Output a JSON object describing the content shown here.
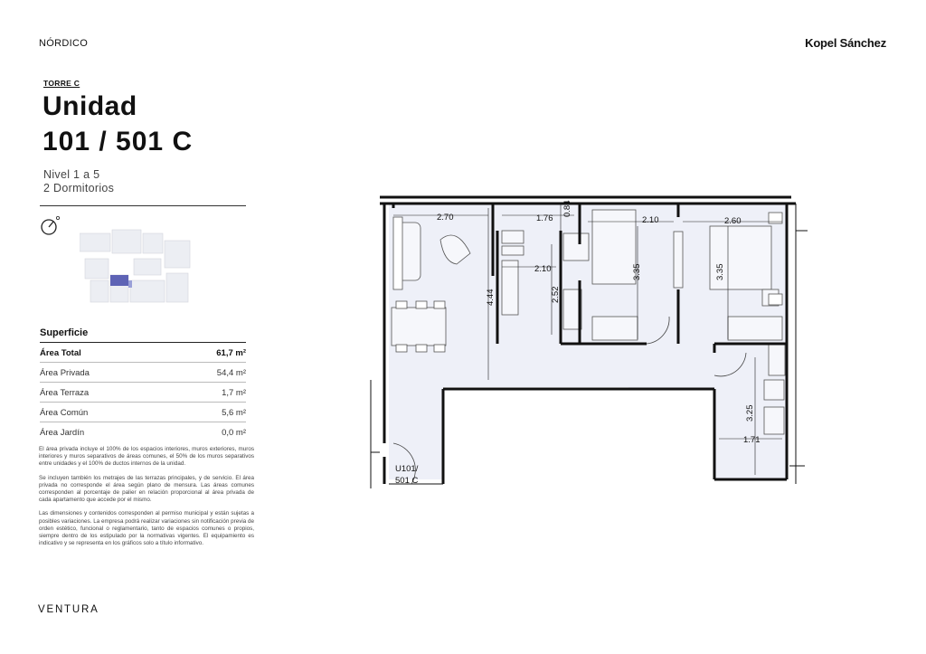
{
  "header": {
    "brand_left": "NÓRDICO",
    "brand_right": "Kopel Sánchez"
  },
  "unit": {
    "tower": "TORRE C",
    "title_line1": "Unidad",
    "title_line2": "101 / 501 C",
    "level": "Nivel 1 a 5",
    "bedrooms": "2 Dormitorios"
  },
  "surface": {
    "title": "Superficie",
    "rows": [
      {
        "label": "Área Total",
        "value": "61,7 m²"
      },
      {
        "label": "Área Privada",
        "value": "54,4 m²"
      },
      {
        "label": "Área Terraza",
        "value": "1,7 m²"
      },
      {
        "label": "Área Común",
        "value": "5,6 m²"
      },
      {
        "label": "Área Jardín",
        "value": "0,0 m²"
      }
    ]
  },
  "notes": [
    "El área privada incluye el 100% de los espacios interiores, muros exteriores, muros interiores y muros separativos de áreas comunes, el 50% de los muros separativos entre unidades y el 100% de ductos internos de la unidad.",
    "Se incluyen también los metrajes de las terrazas principales, y de servicio. El área privada no corresponde el área según plano de mensura. Las áreas comunes corresponden al porcentaje de palier en relación proporcional al área privada de cada apartamento que accede por el mismo.",
    "Las dimensiones y contenidos corresponden al permiso municipal y están sujetas a posibles variaciones. La empresa podrá realizar variaciones sin notificación previa de orden estético, funcional o reglamentario, tanto de espacios comunes o propios, siempre dentro de los estipulado por la normativas vigentes. El equipamiento es indicativo y se representa en los gráficos solo a título informativo."
  ],
  "footer": {
    "brand": "VENTURA"
  },
  "plan": {
    "dimensions": {
      "living_width": "2.70",
      "hall_width": "1.76",
      "vertical_small": "0.84",
      "bedroom2_width": "2.10",
      "bedroom1_width": "2.60",
      "kitchen_width": "2.10",
      "living_depth": "4.44",
      "kitchen_depth": "2.52",
      "bedroom2_depth": "3.35",
      "bedroom1_depth": "3.35",
      "bath_depth": "3.25",
      "bath_width": "1.71"
    },
    "unit_label_line1": "U101/",
    "unit_label_line2": "501 C"
  }
}
